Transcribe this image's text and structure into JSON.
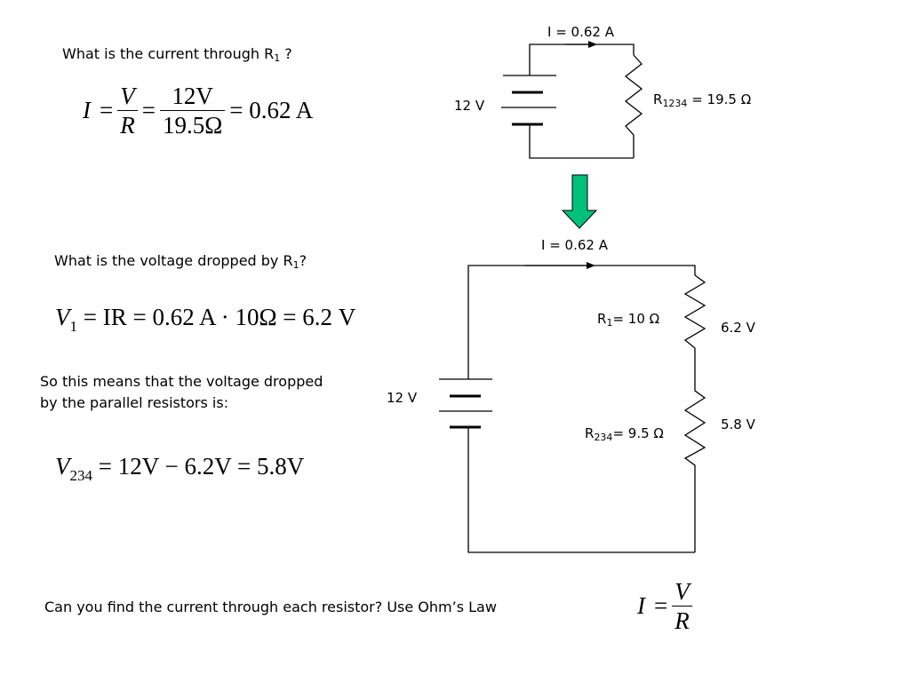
{
  "q1": {
    "text": "What is the current through R",
    "sub": "1",
    "tail": " ?"
  },
  "eq1": {
    "I": "I",
    "eq": "=",
    "V": "V",
    "R": "R",
    "num": "12V",
    "den": "19.5Ω",
    "result": "= 0.62 A"
  },
  "q2": {
    "text": "What is the voltage dropped by R",
    "sub": "1",
    "tail": "?"
  },
  "eq2": {
    "V": "V",
    "sub": "1",
    "rest": "= IR = 0.62 A · 10Ω = 6.2 V"
  },
  "para": {
    "line1": "So this means that the voltage dropped",
    "line2": "by the parallel resistors is:"
  },
  "eq3": {
    "V": "V",
    "sub": "234",
    "rest": "= 12V − 6.2V = 5.8V"
  },
  "q3": {
    "text": "Can you find the current through each resistor? Use Ohm’s Law"
  },
  "eq4": {
    "I": "I",
    "eq": "=",
    "V": "V",
    "R": "R"
  },
  "circuit1": {
    "current": "I = 0.62 A",
    "battery": "12 V",
    "resistor_prefix": "R",
    "resistor_sub": "1234",
    "resistor_value": " = 19.5 Ω"
  },
  "arrow_color": "#00c07a",
  "circuit2": {
    "current": "I = 0.62 A",
    "battery": "12 V",
    "r1_prefix": "R",
    "r1_sub": "1",
    "r1_value": "= 10 Ω",
    "r1_drop": "6.2 V",
    "r234_prefix": "R",
    "r234_sub": "234",
    "r234_value": "= 9.5 Ω",
    "r234_drop": "5.8 V"
  }
}
